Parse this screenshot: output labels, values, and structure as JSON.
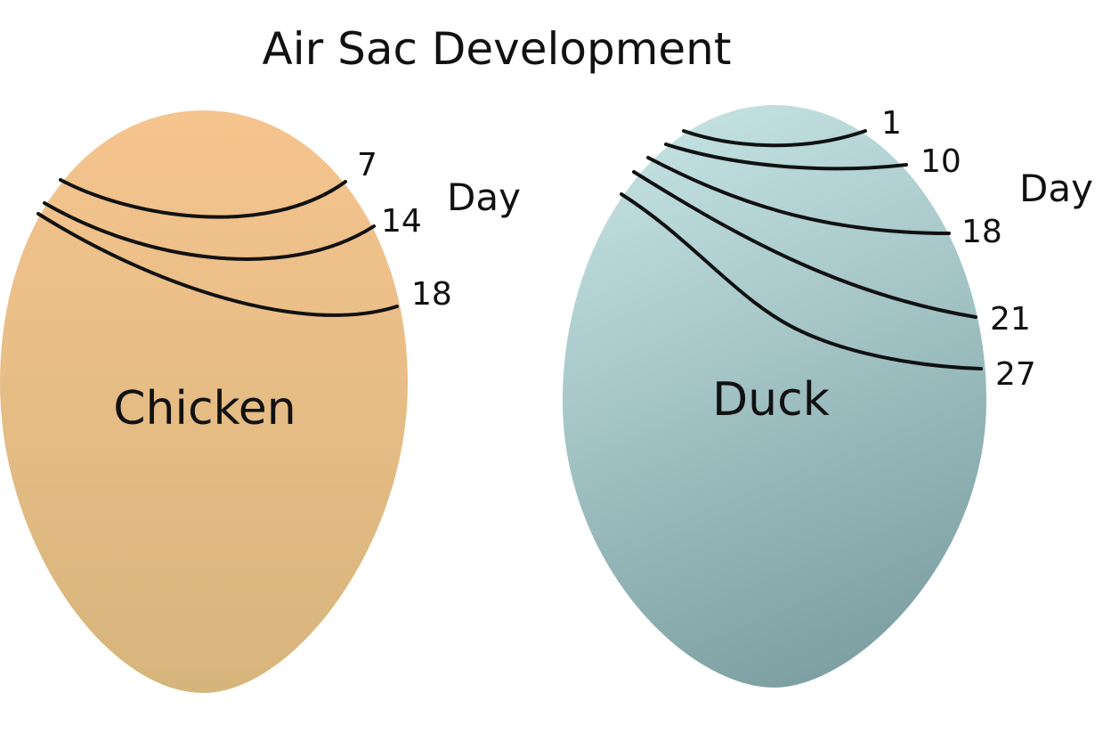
{
  "title": "Air Sac Development",
  "colors": {
    "background": "#ffffff",
    "chicken_top": "#F6C48E",
    "chicken_bottom": "#D6B57C",
    "duck_top": "#C4E2E2",
    "duck_bottom": "#7C9FA2",
    "line": "#111111"
  },
  "chicken": {
    "label": "Chicken",
    "day_label": "Day",
    "days": [
      "7",
      "14",
      "18"
    ]
  },
  "duck": {
    "label": "Duck",
    "day_label": "Day",
    "days": [
      "1",
      "10",
      "18",
      "21",
      "27"
    ]
  }
}
